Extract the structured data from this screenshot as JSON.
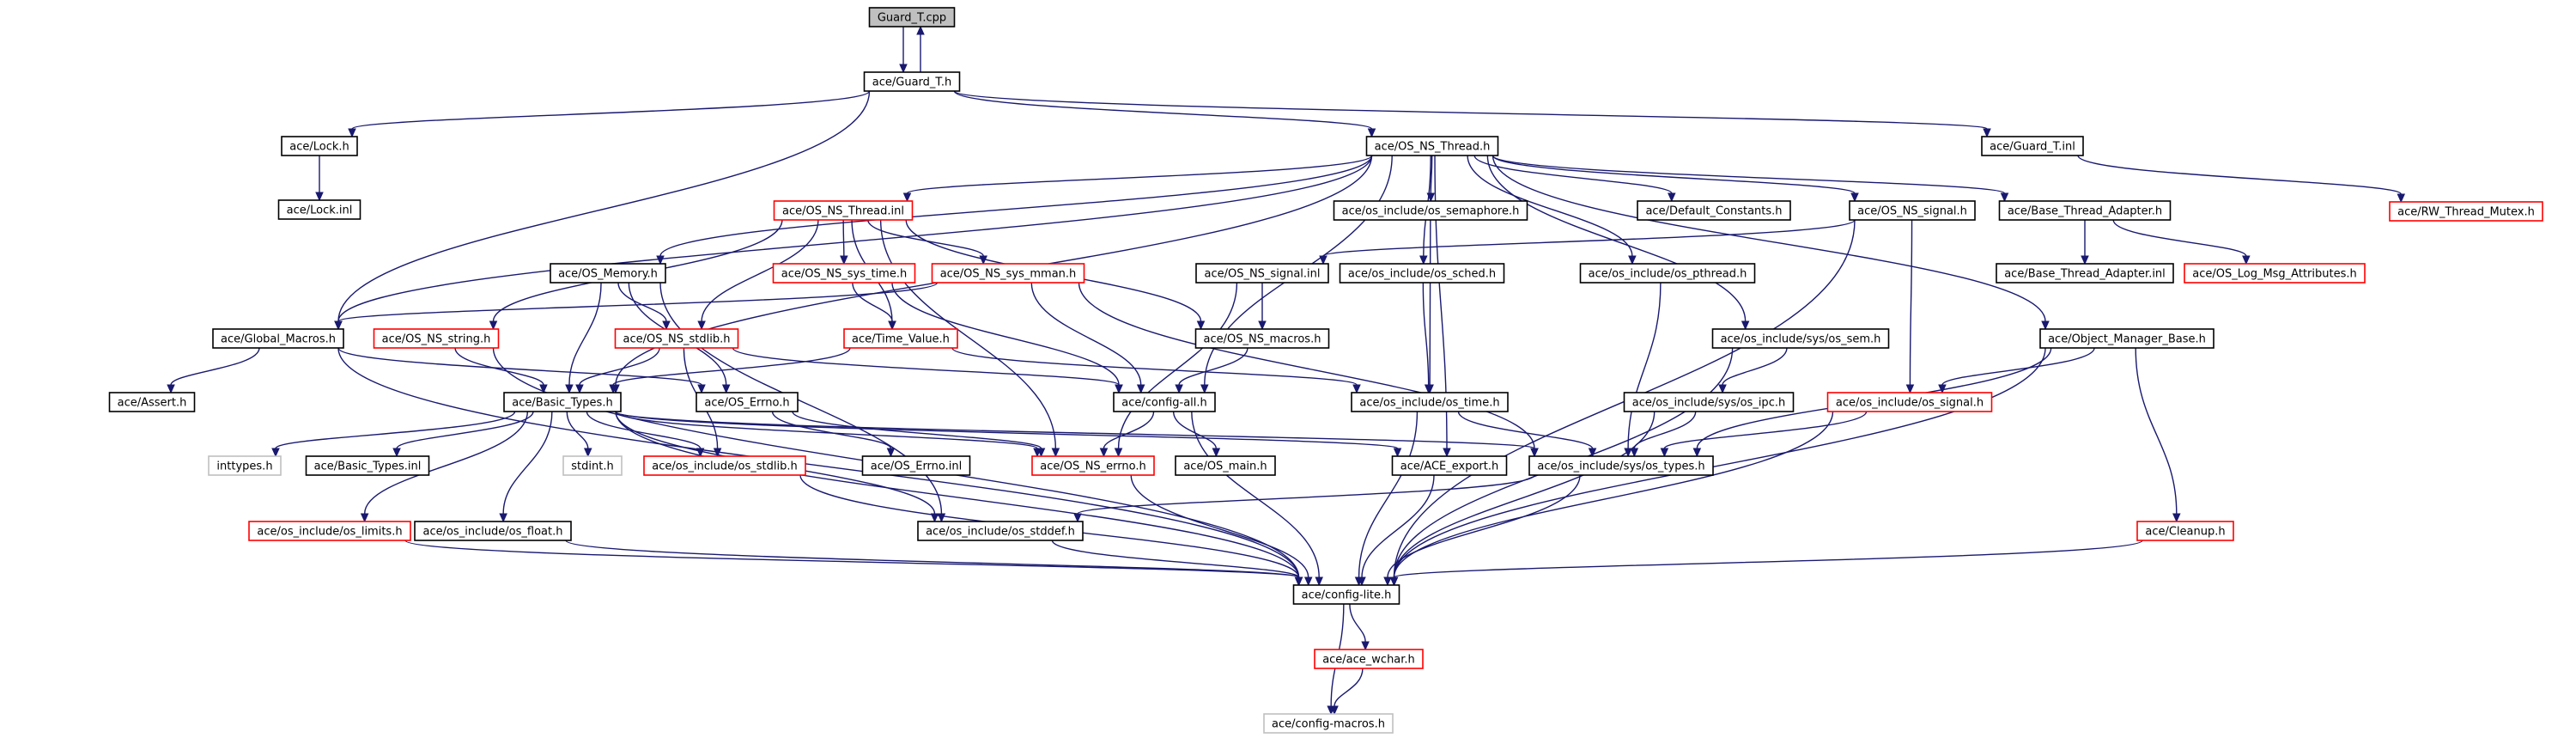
{
  "graph": {
    "title": "Guard_T.cpp",
    "colors": {
      "edge": "#191970",
      "root_fill": "#bfbfbf",
      "normal": "#000000",
      "missing": "#ff0000",
      "external": "#bfbfbf"
    },
    "nodes": [
      {
        "id": "guard_cpp",
        "label": "Guard_T.cpp",
        "style": "root"
      },
      {
        "id": "guard_h",
        "label": "ace/Guard_T.h",
        "style": "normal"
      },
      {
        "id": "lock_h",
        "label": "ace/Lock.h",
        "style": "normal"
      },
      {
        "id": "lock_inl",
        "label": "ace/Lock.inl",
        "style": "normal"
      },
      {
        "id": "os_ns_thread_h",
        "label": "ace/OS_NS_Thread.h",
        "style": "normal"
      },
      {
        "id": "guard_inl",
        "label": "ace/Guard_T.inl",
        "style": "normal"
      },
      {
        "id": "rw_mutex",
        "label": "ace/RW_Thread_Mutex.h",
        "style": "missing"
      },
      {
        "id": "os_ns_thread_inl",
        "label": "ace/OS_NS_Thread.inl",
        "style": "missing"
      },
      {
        "id": "os_semaphore",
        "label": "ace/os_include/os_semaphore.h",
        "style": "normal"
      },
      {
        "id": "default_constants",
        "label": "ace/Default_Constants.h",
        "style": "normal"
      },
      {
        "id": "os_ns_signal_h",
        "label": "ace/OS_NS_signal.h",
        "style": "normal"
      },
      {
        "id": "base_thread_adapter",
        "label": "ace/Base_Thread_Adapter.h",
        "style": "normal"
      },
      {
        "id": "os_memory",
        "label": "ace/OS_Memory.h",
        "style": "normal"
      },
      {
        "id": "os_ns_sys_time",
        "label": "ace/OS_NS_sys_time.h",
        "style": "missing"
      },
      {
        "id": "os_ns_sys_mman",
        "label": "ace/OS_NS_sys_mman.h",
        "style": "missing"
      },
      {
        "id": "os_ns_signal_inl",
        "label": "ace/OS_NS_signal.inl",
        "style": "normal"
      },
      {
        "id": "os_sched",
        "label": "ace/os_include/os_sched.h",
        "style": "normal"
      },
      {
        "id": "os_pthread",
        "label": "ace/os_include/os_pthread.h",
        "style": "normal"
      },
      {
        "id": "base_thread_adapter_inl",
        "label": "ace/Base_Thread_Adapter.inl",
        "style": "normal"
      },
      {
        "id": "os_log_msg",
        "label": "ace/OS_Log_Msg_Attributes.h",
        "style": "missing"
      },
      {
        "id": "global_macros",
        "label": "ace/Global_Macros.h",
        "style": "normal"
      },
      {
        "id": "os_ns_string",
        "label": "ace/OS_NS_string.h",
        "style": "missing"
      },
      {
        "id": "os_ns_stdlib_h",
        "label": "ace/OS_NS_stdlib.h",
        "style": "missing"
      },
      {
        "id": "time_value",
        "label": "ace/Time_Value.h",
        "style": "missing"
      },
      {
        "id": "os_ns_macros",
        "label": "ace/OS_NS_macros.h",
        "style": "normal"
      },
      {
        "id": "sys_os_sem",
        "label": "ace/os_include/sys/os_sem.h",
        "style": "normal"
      },
      {
        "id": "object_manager_base",
        "label": "ace/Object_Manager_Base.h",
        "style": "normal"
      },
      {
        "id": "assert_h",
        "label": "ace/Assert.h",
        "style": "normal"
      },
      {
        "id": "basic_types_h",
        "label": "ace/Basic_Types.h",
        "style": "normal"
      },
      {
        "id": "os_errno_h",
        "label": "ace/OS_Errno.h",
        "style": "normal"
      },
      {
        "id": "config_all",
        "label": "ace/config-all.h",
        "style": "normal"
      },
      {
        "id": "os_time",
        "label": "ace/os_include/os_time.h",
        "style": "normal"
      },
      {
        "id": "sys_os_ipc",
        "label": "ace/os_include/sys/os_ipc.h",
        "style": "normal"
      },
      {
        "id": "os_signal",
        "label": "ace/os_include/os_signal.h",
        "style": "missing"
      },
      {
        "id": "inttypes",
        "label": "inttypes.h",
        "style": "external"
      },
      {
        "id": "basic_types_inl",
        "label": "ace/Basic_Types.inl",
        "style": "normal"
      },
      {
        "id": "stdint",
        "label": "stdint.h",
        "style": "external"
      },
      {
        "id": "os_stdlib",
        "label": "ace/os_include/os_stdlib.h",
        "style": "missing"
      },
      {
        "id": "os_errno_inl",
        "label": "ace/OS_Errno.inl",
        "style": "normal"
      },
      {
        "id": "os_ns_errno",
        "label": "ace/OS_NS_errno.h",
        "style": "missing"
      },
      {
        "id": "os_main",
        "label": "ace/OS_main.h",
        "style": "normal"
      },
      {
        "id": "ace_export",
        "label": "ace/ACE_export.h",
        "style": "normal"
      },
      {
        "id": "sys_os_types",
        "label": "ace/os_include/sys/os_types.h",
        "style": "normal"
      },
      {
        "id": "os_limits",
        "label": "ace/os_include/os_limits.h",
        "style": "missing"
      },
      {
        "id": "os_float",
        "label": "ace/os_include/os_float.h",
        "style": "normal"
      },
      {
        "id": "os_stddef",
        "label": "ace/os_include/os_stddef.h",
        "style": "normal"
      },
      {
        "id": "cleanup",
        "label": "ace/Cleanup.h",
        "style": "missing"
      },
      {
        "id": "config_lite",
        "label": "ace/config-lite.h",
        "style": "normal"
      },
      {
        "id": "ace_wchar",
        "label": "ace/ace_wchar.h",
        "style": "missing"
      },
      {
        "id": "config_macros",
        "label": "ace/config-macros.h",
        "style": "external"
      }
    ],
    "edges": [
      [
        "guard_cpp",
        "guard_h"
      ],
      [
        "guard_h",
        "guard_cpp"
      ],
      [
        "guard_h",
        "lock_h"
      ],
      [
        "guard_h",
        "global_macros"
      ],
      [
        "guard_h",
        "os_ns_thread_h"
      ],
      [
        "guard_h",
        "guard_inl"
      ],
      [
        "lock_h",
        "lock_inl"
      ],
      [
        "guard_inl",
        "rw_mutex"
      ],
      [
        "os_ns_thread_h",
        "os_ns_thread_inl"
      ],
      [
        "os_ns_thread_h",
        "os_semaphore"
      ],
      [
        "os_ns_thread_h",
        "default_constants"
      ],
      [
        "os_ns_thread_h",
        "os_ns_signal_h"
      ],
      [
        "os_ns_thread_h",
        "base_thread_adapter"
      ],
      [
        "os_ns_thread_h",
        "os_memory"
      ],
      [
        "os_ns_thread_h",
        "global_macros"
      ],
      [
        "os_ns_thread_h",
        "basic_types_h"
      ],
      [
        "os_ns_thread_h",
        "config_all"
      ],
      [
        "os_ns_thread_h",
        "os_sched"
      ],
      [
        "os_ns_thread_h",
        "os_pthread"
      ],
      [
        "os_ns_thread_h",
        "sys_os_sem"
      ],
      [
        "os_ns_thread_h",
        "object_manager_base"
      ],
      [
        "os_ns_thread_h",
        "ace_export"
      ],
      [
        "os_ns_thread_inl",
        "os_ns_sys_time"
      ],
      [
        "os_ns_thread_inl",
        "os_ns_sys_mman"
      ],
      [
        "os_ns_thread_inl",
        "os_ns_string"
      ],
      [
        "os_ns_thread_inl",
        "time_value"
      ],
      [
        "os_ns_thread_inl",
        "os_ns_macros"
      ],
      [
        "os_ns_thread_inl",
        "os_ns_errno"
      ],
      [
        "os_ns_thread_inl",
        "os_ns_stdlib_h"
      ],
      [
        "os_ns_signal_h",
        "os_ns_signal_inl"
      ],
      [
        "os_ns_signal_h",
        "os_signal"
      ],
      [
        "os_ns_signal_h",
        "config_lite"
      ],
      [
        "base_thread_adapter",
        "base_thread_adapter_inl"
      ],
      [
        "base_thread_adapter",
        "os_log_msg"
      ],
      [
        "os_memory",
        "os_ns_stdlib_h"
      ],
      [
        "os_memory",
        "basic_types_h"
      ],
      [
        "os_memory",
        "os_errno_h"
      ],
      [
        "os_memory",
        "os_stddef"
      ],
      [
        "os_ns_sys_time",
        "time_value"
      ],
      [
        "os_ns_sys_time",
        "config_all"
      ],
      [
        "os_ns_sys_mman",
        "global_macros"
      ],
      [
        "os_ns_sys_mman",
        "config_all"
      ],
      [
        "os_ns_sys_mman",
        "sys_os_types"
      ],
      [
        "os_ns_signal_inl",
        "os_ns_macros"
      ],
      [
        "os_ns_signal_inl",
        "os_ns_errno"
      ],
      [
        "os_semaphore",
        "os_time"
      ],
      [
        "os_sched",
        "os_time"
      ],
      [
        "os_pthread",
        "sys_os_types"
      ],
      [
        "global_macros",
        "assert_h"
      ],
      [
        "global_macros",
        "os_errno_h"
      ],
      [
        "global_macros",
        "config_lite"
      ],
      [
        "os_ns_string",
        "basic_types_h"
      ],
      [
        "os_ns_string",
        "config_lite"
      ],
      [
        "os_ns_stdlib_h",
        "basic_types_h"
      ],
      [
        "os_ns_stdlib_h",
        "config_all"
      ],
      [
        "os_ns_stdlib_h",
        "os_stdlib"
      ],
      [
        "time_value",
        "basic_types_h"
      ],
      [
        "time_value",
        "os_time"
      ],
      [
        "os_ns_macros",
        "config_all"
      ],
      [
        "sys_os_sem",
        "sys_os_ipc"
      ],
      [
        "sys_os_sem",
        "config_lite"
      ],
      [
        "object_manager_base",
        "os_signal"
      ],
      [
        "object_manager_base",
        "sys_os_types"
      ],
      [
        "object_manager_base",
        "cleanup"
      ],
      [
        "object_manager_base",
        "config_lite"
      ],
      [
        "basic_types_h",
        "inttypes"
      ],
      [
        "basic_types_h",
        "basic_types_inl"
      ],
      [
        "basic_types_h",
        "stdint"
      ],
      [
        "basic_types_h",
        "os_stdlib"
      ],
      [
        "basic_types_h",
        "os_limits"
      ],
      [
        "basic_types_h",
        "os_float"
      ],
      [
        "basic_types_h",
        "os_stddef"
      ],
      [
        "basic_types_h",
        "config_lite"
      ],
      [
        "basic_types_h",
        "sys_os_types"
      ],
      [
        "basic_types_h",
        "ace_export"
      ],
      [
        "basic_types_h",
        "os_ns_errno"
      ],
      [
        "os_errno_h",
        "os_errno_inl"
      ],
      [
        "os_errno_h",
        "os_ns_errno"
      ],
      [
        "config_all",
        "os_main"
      ],
      [
        "config_all",
        "config_lite"
      ],
      [
        "config_all",
        "os_ns_errno"
      ],
      [
        "os_time",
        "sys_os_types"
      ],
      [
        "os_time",
        "config_lite"
      ],
      [
        "sys_os_ipc",
        "sys_os_types"
      ],
      [
        "sys_os_ipc",
        "config_lite"
      ],
      [
        "os_signal",
        "sys_os_types"
      ],
      [
        "os_signal",
        "config_lite"
      ],
      [
        "os_stdlib",
        "config_lite"
      ],
      [
        "os_ns_errno",
        "config_lite"
      ],
      [
        "ace_export",
        "config_lite"
      ],
      [
        "sys_os_types",
        "os_stddef"
      ],
      [
        "sys_os_types",
        "config_lite"
      ],
      [
        "os_limits",
        "config_lite"
      ],
      [
        "os_float",
        "config_lite"
      ],
      [
        "os_stddef",
        "config_lite"
      ],
      [
        "cleanup",
        "config_lite"
      ],
      [
        "config_lite",
        "ace_wchar"
      ],
      [
        "config_lite",
        "config_macros"
      ],
      [
        "ace_wchar",
        "config_macros"
      ]
    ]
  }
}
